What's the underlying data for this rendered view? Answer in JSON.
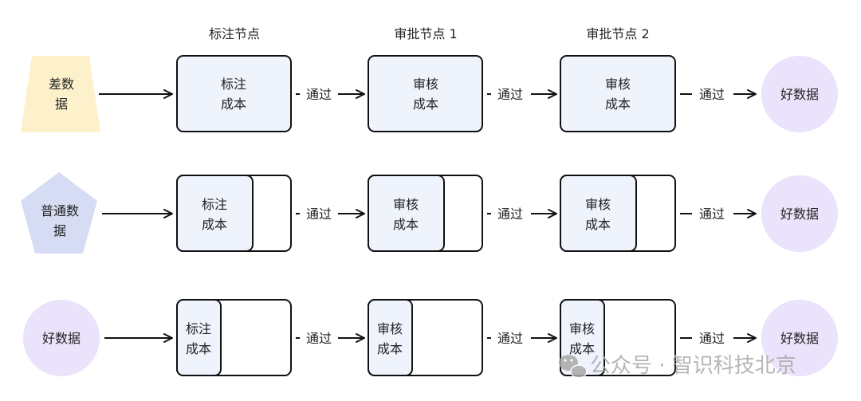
{
  "headers": {
    "col1": "标注节点",
    "col2": "审批节点 1",
    "col3": "审批节点 2"
  },
  "rows": [
    {
      "source": {
        "line1": "差数",
        "line2": "据",
        "color": "#fdf1cc"
      },
      "edge_pass_label": "通过",
      "cost_annotate": {
        "line1": "标注",
        "line2": "成本"
      },
      "cost_review_1": {
        "line1": "审核",
        "line2": "成本"
      },
      "cost_review_2": {
        "line1": "审核",
        "line2": "成本"
      },
      "result": {
        "label": "好数据",
        "color": "#ebe2fb"
      }
    },
    {
      "source": {
        "line1": "普通数",
        "line2": "据",
        "color": "#d6dcf3"
      },
      "edge_pass_label": "通过",
      "cost_annotate": {
        "line1": "标注",
        "line2": "成本"
      },
      "cost_review_1": {
        "line1": "审核",
        "line2": "成本"
      },
      "cost_review_2": {
        "line1": "审核",
        "line2": "成本"
      },
      "result": {
        "label": "好数据",
        "color": "#ebe2fb"
      }
    },
    {
      "source": {
        "label": "好数据",
        "color": "#ebe2fb"
      },
      "edge_pass_label": "通过",
      "cost_annotate": {
        "line1": "标注",
        "line2": "成本"
      },
      "cost_review_1": {
        "line1": "审核",
        "line2": "成本"
      },
      "cost_review_2": {
        "line1": "审核",
        "line2": "成本"
      },
      "result": {
        "label": "好数据",
        "color": "#ebe2fb"
      }
    }
  ],
  "colors": {
    "cost_fill": "#eef3fc",
    "stroke": "#111111"
  },
  "watermark": {
    "icon": "wechat-icon",
    "text": "公众号 · 智识科技北京"
  }
}
